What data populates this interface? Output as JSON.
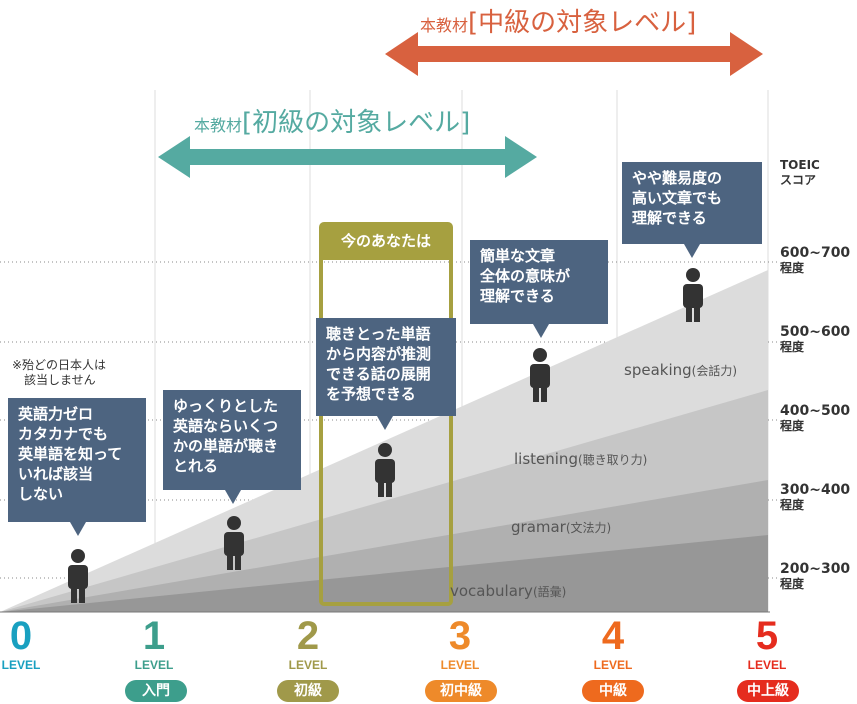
{
  "banners": {
    "intermediate": {
      "prefix": "本教材",
      "main": "[中級の対象レベル]"
    },
    "beginner": {
      "prefix": "本教材",
      "main": "[初級の対象レベル]"
    }
  },
  "toeic": {
    "heading_1": "TOEIC",
    "heading_2": "スコア",
    "scores": [
      "600~700",
      "500~600",
      "400~500",
      "300~400",
      "200~300"
    ],
    "suffix": "程度"
  },
  "skills": {
    "speaking": {
      "en": "speaking",
      "ja": "(会話力)"
    },
    "listening": {
      "en": "listening",
      "ja": "(聴き取り力)"
    },
    "grammar": {
      "en": "gramar",
      "ja": "(文法力)"
    },
    "vocabulary": {
      "en": "vocabulary",
      "ja": "(語彙)"
    }
  },
  "note": {
    "line1": "※殆どの日本人は",
    "line2": "該当しません"
  },
  "current_label": "今のあなたは",
  "bubbles": [
    [
      "英語力ゼロ",
      "カタカナでも",
      "英単語を知って",
      "いれば該当",
      "しない"
    ],
    [
      "ゆっくりとした",
      "英語ならいくつ",
      "かの単語が聴き",
      "とれる"
    ],
    [
      "聴きとった単語",
      "から内容が推測",
      "できる話の展開",
      "を予想できる"
    ],
    [
      "簡単な文章",
      "全体の意味が",
      "理解できる"
    ],
    [
      "やや難易度の",
      "高い文章でも",
      "理解できる"
    ]
  ],
  "levels": [
    {
      "num": "0",
      "word": "LEVEL"
    },
    {
      "num": "1",
      "word": "LEVEL",
      "badge": "入門"
    },
    {
      "num": "2",
      "word": "LEVEL",
      "badge": "初級"
    },
    {
      "num": "3",
      "word": "LEVEL",
      "badge": "初中級"
    },
    {
      "num": "4",
      "word": "LEVEL",
      "badge": "中級"
    },
    {
      "num": "5",
      "word": "LEVEL",
      "badge": "中上級"
    }
  ],
  "colors": {
    "intermediate": "#d8613f",
    "beginner": "#55aaa1",
    "bubble": "#4d6480",
    "current": "#a6a040"
  }
}
